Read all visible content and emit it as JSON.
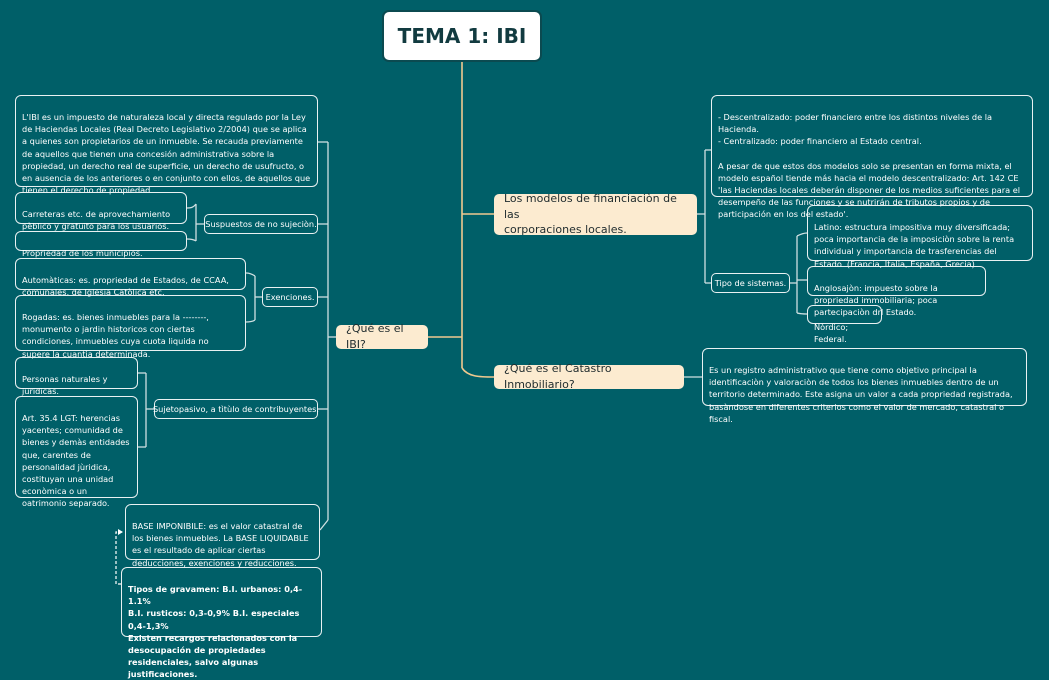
{
  "root": {
    "title": "TEMA 1: IBI"
  },
  "right": {
    "financiacion": {
      "label": "Los modelos de financiaciòn de las\ncorporaciones locales.",
      "description": "- Descentralizado: poder financiero entre los distintos niveles de la Hacienda.\n- Centralizado: poder financiero al Estado central.\n\nA pesar de que estos dos modelos solo se presentan en forma mixta, el modelo español tiende más hacia el modelo descentralizado: Art. 142 CE 'las Haciendas locales deberán disponer de los medios suficientes para el desempeño de las funciones y se nutrirán de tributos propios y de participación en los del estado'.",
      "tipo": {
        "label": "Tipo de sistemas.",
        "items": [
          "Latino: estructura impositiva muy diversificada; poca importancia de la imposiciòn sobre la renta individual y importancia de trasferencias del Estado. (Francia, Italia, España, Grecia).",
          "Anglosajòn: impuesto sobre la propriedad immobiliaria; poca partecipaciòn drl Estado.",
          "Nòrdico; Federal."
        ]
      }
    },
    "catastro": {
      "label": "¿Qué es el Catastro Inmobiliario?",
      "description": " Es un registro administrativo que tiene como objetivo principal la identificaciòn y valoraciòn de todos los bienes inmuebles dentro de un territorio determinado. Este asigna un valor a cada propriedad registrada, basàndose en diferentes criterios como el valor de mercado, catastral o fiscal."
    }
  },
  "left": {
    "ibi": {
      "label": "¿Qué es el IBI?",
      "definition": " L'IBI es un impuesto de naturaleza local y directa regulado por la Ley de Haciendas Locales (Real Decreto Legislativo 2/2004) que se aplica a quienes son propietarios de un inmueble. Se recauda previamente de aquellos que tienen una concesión administrativa sobre la propiedad, un derecho real de superficie, un derecho de usufructo, o en ausencia de los anteriores o en conjunto con ellos, de aquellos que tienen el derecho de propiedad",
      "sujecion": {
        "label": "Suspuestos de no sujeciòn.",
        "items": [
          "Carreteras etc. de aprovechamiento pèblico y gratuito para los usuarios.",
          "Propriedad de los municipios."
        ]
      },
      "exenciones": {
        "label": "Exenciones.",
        "items": [
          "Automàticas: es. propriedad de Estados, de CCAA, comunales, de Iglesia Catòlica etc.",
          "Rogadas: es. bienes inmuebles para la --------, monumento o jardin historicos con ciertas condiciones, inmuebles cuya cuota liquida no supere la cuantìa determinada."
        ]
      },
      "sujeto": {
        "label": "Sujetopasivo, a tìtùlo de contribuyentes.",
        "items": [
          "Personas naturales y juridicas.",
          "Art. 35.4 LGT: herencias yacentes; comunidad de bienes y demàs entidades que, carentes de personalidad jùridica, costituyan una unidad econòmica o un oatrimonio separado."
        ]
      },
      "base": "BASE IMPONIBILE: es el valor catastral de los bienes inmuebles. La BASE LIQUIDABLE es el resultado de aplicar ciertas deducciones, exenciones y reducciones.",
      "tipos": "Tipos de gravamen: B.I. urbanos: 0,4-1.1%\nB.I. rusticos: 0,3-0,9% B.I. especiales 0,4-1,3%\nExisten recargos relacionados con la desocupación de propiedades residenciales, salvo algunas justificaciones."
    }
  },
  "colors": {
    "background": "#005f68",
    "branch_topic": "#fcebd0",
    "line": "#f2c98f",
    "root_fill": "#ffffff"
  }
}
